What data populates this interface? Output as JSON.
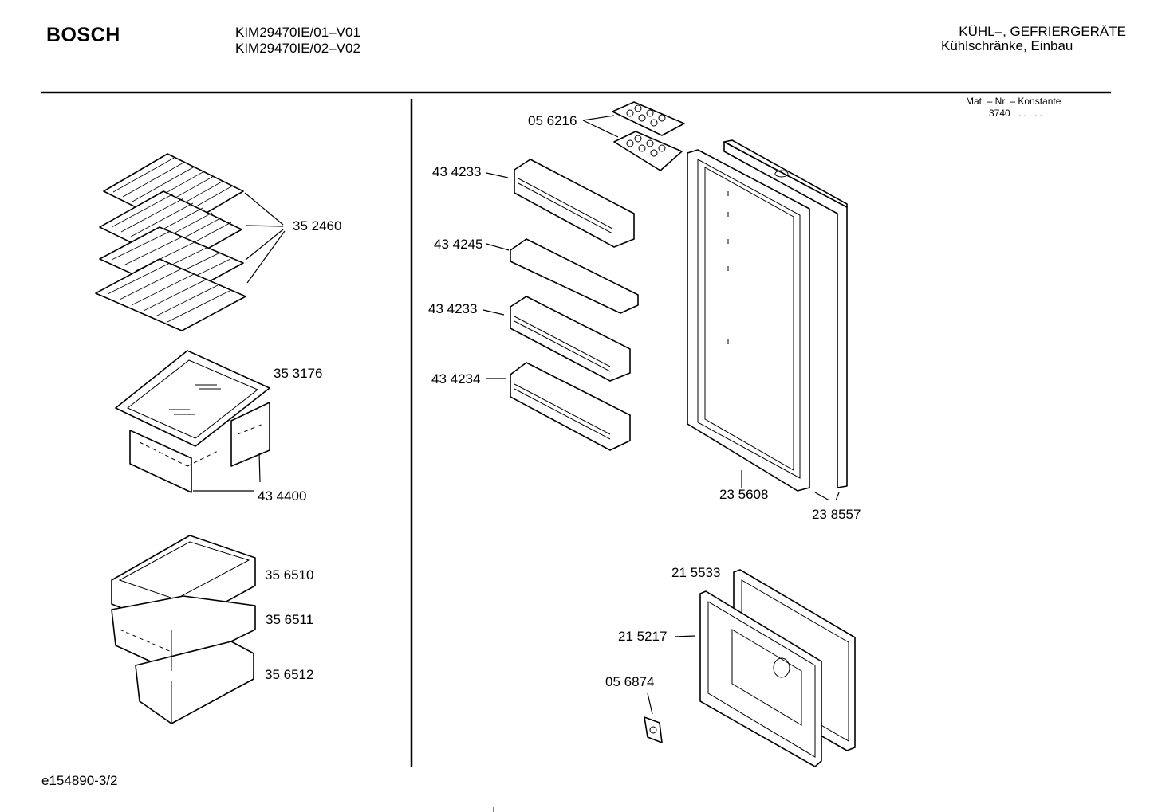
{
  "header": {
    "brand": "BOSCH",
    "models": [
      "KIM29470IE/01–V01",
      "KIM29470IE/02–V02"
    ],
    "category": "KÜHL–, GEFRIERGERÄTE",
    "subcategory": "Kühlschränke, Einbau",
    "mat_label": "Mat. – Nr. – Konstante",
    "mat_value": "3740  .  .    .  .  .  ."
  },
  "left_parts": {
    "shelves": "35 2460",
    "glass_shelf": "35 3176",
    "crisper": "43 4400",
    "tray_1": "35 6510",
    "tray_2": "35 6511",
    "tray_3": "35 6512"
  },
  "right_parts": {
    "egg_tray": "05 6216",
    "door_bin_1": "43 4233",
    "door_bin_2": "43 4245",
    "door_bin_3": "43 4233",
    "door_bin_4": "43 4234",
    "door_seal": "23 5608",
    "door_panel": "23 8557",
    "freezer_door": "21 5533",
    "freezer_seal": "21 5217",
    "knob": "05 6874"
  },
  "footer": {
    "code": "e154890-3/2"
  }
}
